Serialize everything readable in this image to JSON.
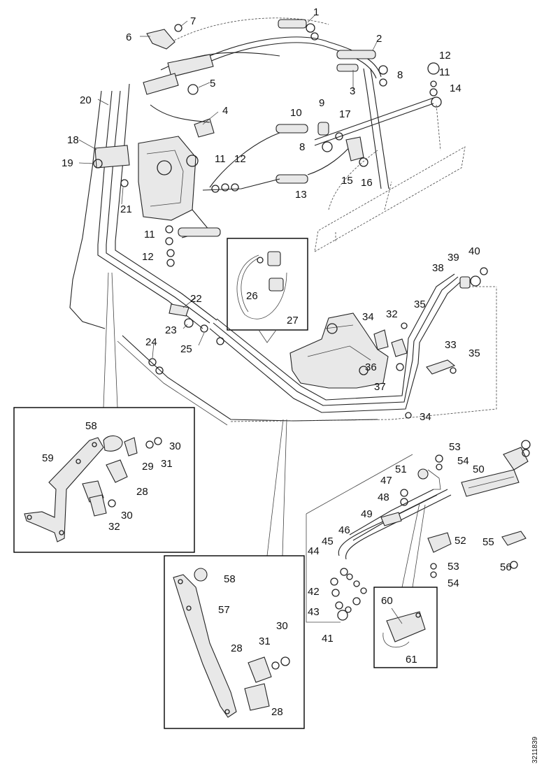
{
  "diagram": {
    "reference_code": "3211839",
    "callouts": [
      {
        "id": "c1",
        "text": "1"
      },
      {
        "id": "c2",
        "text": "2"
      },
      {
        "id": "c3",
        "text": "3"
      },
      {
        "id": "c4",
        "text": "4"
      },
      {
        "id": "c5",
        "text": "5"
      },
      {
        "id": "c6",
        "text": "6"
      },
      {
        "id": "c7",
        "text": "7"
      },
      {
        "id": "c8a",
        "text": "8"
      },
      {
        "id": "c8b",
        "text": "8"
      },
      {
        "id": "c9",
        "text": "9"
      },
      {
        "id": "c10",
        "text": "10"
      },
      {
        "id": "c11a",
        "text": "11"
      },
      {
        "id": "c11b",
        "text": "11"
      },
      {
        "id": "c11c",
        "text": "11"
      },
      {
        "id": "c12a",
        "text": "12"
      },
      {
        "id": "c12b",
        "text": "12"
      },
      {
        "id": "c12c",
        "text": "12"
      },
      {
        "id": "c13",
        "text": "13"
      },
      {
        "id": "c14",
        "text": "14"
      },
      {
        "id": "c15",
        "text": "15"
      },
      {
        "id": "c16",
        "text": "16"
      },
      {
        "id": "c17",
        "text": "17"
      },
      {
        "id": "c18",
        "text": "18"
      },
      {
        "id": "c19",
        "text": "19"
      },
      {
        "id": "c20",
        "text": "20"
      },
      {
        "id": "c21",
        "text": "21"
      },
      {
        "id": "c22",
        "text": "22"
      },
      {
        "id": "c23",
        "text": "23"
      },
      {
        "id": "c24",
        "text": "24"
      },
      {
        "id": "c25",
        "text": "25"
      },
      {
        "id": "c26",
        "text": "26"
      },
      {
        "id": "c27",
        "text": "27"
      },
      {
        "id": "c28a",
        "text": "28"
      },
      {
        "id": "c28b",
        "text": "28"
      },
      {
        "id": "c28c",
        "text": "28"
      },
      {
        "id": "c29",
        "text": "29"
      },
      {
        "id": "c30a",
        "text": "30"
      },
      {
        "id": "c30b",
        "text": "30"
      },
      {
        "id": "c30c",
        "text": "30"
      },
      {
        "id": "c31a",
        "text": "31"
      },
      {
        "id": "c31b",
        "text": "31"
      },
      {
        "id": "c32a",
        "text": "32"
      },
      {
        "id": "c32b",
        "text": "32"
      },
      {
        "id": "c33",
        "text": "33"
      },
      {
        "id": "c34a",
        "text": "34"
      },
      {
        "id": "c34b",
        "text": "34"
      },
      {
        "id": "c35a",
        "text": "35"
      },
      {
        "id": "c35b",
        "text": "35"
      },
      {
        "id": "c36",
        "text": "36"
      },
      {
        "id": "c37",
        "text": "37"
      },
      {
        "id": "c38",
        "text": "38"
      },
      {
        "id": "c39",
        "text": "39"
      },
      {
        "id": "c40",
        "text": "40"
      },
      {
        "id": "c41",
        "text": "41"
      },
      {
        "id": "c42",
        "text": "42"
      },
      {
        "id": "c43",
        "text": "43"
      },
      {
        "id": "c44",
        "text": "44"
      },
      {
        "id": "c45",
        "text": "45"
      },
      {
        "id": "c46",
        "text": "46"
      },
      {
        "id": "c47",
        "text": "47"
      },
      {
        "id": "c48",
        "text": "48"
      },
      {
        "id": "c49",
        "text": "49"
      },
      {
        "id": "c50",
        "text": "50"
      },
      {
        "id": "c51",
        "text": "51"
      },
      {
        "id": "c52",
        "text": "52"
      },
      {
        "id": "c53a",
        "text": "53"
      },
      {
        "id": "c53b",
        "text": "53"
      },
      {
        "id": "c54a",
        "text": "54"
      },
      {
        "id": "c54b",
        "text": "54"
      },
      {
        "id": "c55",
        "text": "55"
      },
      {
        "id": "c56",
        "text": "56"
      },
      {
        "id": "c57",
        "text": "57"
      },
      {
        "id": "c58a",
        "text": "58"
      },
      {
        "id": "c58b",
        "text": "58"
      },
      {
        "id": "c59",
        "text": "59"
      },
      {
        "id": "c60",
        "text": "60"
      },
      {
        "id": "c61",
        "text": "61"
      }
    ]
  }
}
